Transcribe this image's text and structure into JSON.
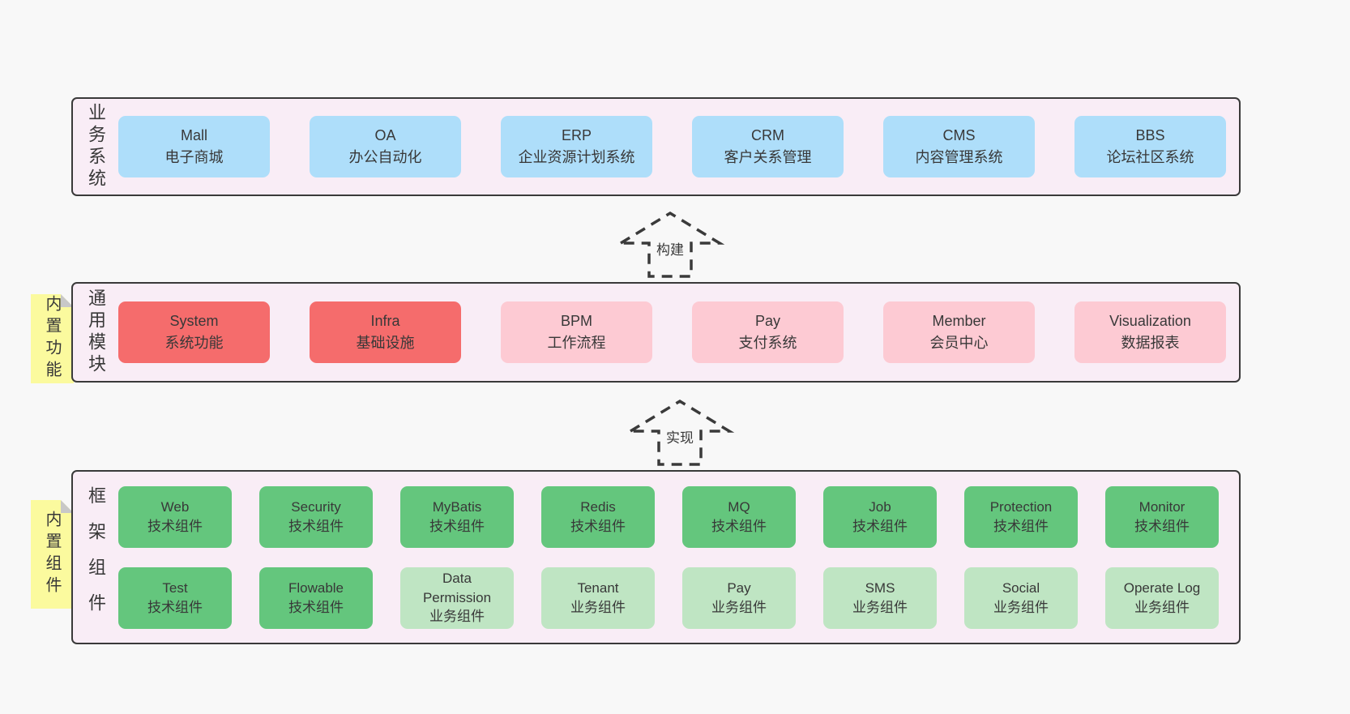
{
  "colors": {
    "page_bg": "#f8f8f8",
    "container_bg": "#f9edf6",
    "container_border": "#3a3a3a",
    "box_blue": "#aedefa",
    "box_red": "#f56c6c",
    "box_pink": "#fdcad3",
    "box_green": "#64c67d",
    "box_green_light": "#bfe5c3",
    "sticky_bg": "#fbfa9e",
    "sticky_fold": "#c8c8c8",
    "text": "#383838"
  },
  "arrows": {
    "build": "构建",
    "implement": "实现"
  },
  "layers": {
    "business": {
      "label": "业务系统",
      "boxes": [
        {
          "title": "Mall",
          "subtitle": "电子商城"
        },
        {
          "title": "OA",
          "subtitle": "办公自动化"
        },
        {
          "title": "ERP",
          "subtitle": "企业资源计划系统"
        },
        {
          "title": "CRM",
          "subtitle": "客户关系管理"
        },
        {
          "title": "CMS",
          "subtitle": "内容管理系统"
        },
        {
          "title": "BBS",
          "subtitle": "论坛社区系统"
        }
      ]
    },
    "modules": {
      "label": "通用模块",
      "sticky": "内置功能",
      "boxes": [
        {
          "title": "System",
          "subtitle": "系统功能",
          "variant": "red"
        },
        {
          "title": "Infra",
          "subtitle": "基础设施",
          "variant": "red"
        },
        {
          "title": "BPM",
          "subtitle": "工作流程",
          "variant": "pink"
        },
        {
          "title": "Pay",
          "subtitle": "支付系统",
          "variant": "pink"
        },
        {
          "title": "Member",
          "subtitle": "会员中心",
          "variant": "pink"
        },
        {
          "title": "Visualization",
          "subtitle": "数据报表",
          "variant": "pink"
        }
      ]
    },
    "components": {
      "label": "框架组件",
      "sticky": "内置组件",
      "row1": [
        {
          "title": "Web",
          "subtitle": "技术组件",
          "variant": "green"
        },
        {
          "title": "Security",
          "subtitle": "技术组件",
          "variant": "green"
        },
        {
          "title": "MyBatis",
          "subtitle": "技术组件",
          "variant": "green"
        },
        {
          "title": "Redis",
          "subtitle": "技术组件",
          "variant": "green"
        },
        {
          "title": "MQ",
          "subtitle": "技术组件",
          "variant": "green"
        },
        {
          "title": "Job",
          "subtitle": "技术组件",
          "variant": "green"
        },
        {
          "title": "Protection",
          "subtitle": "技术组件",
          "variant": "green"
        },
        {
          "title": "Monitor",
          "subtitle": "技术组件",
          "variant": "green"
        }
      ],
      "row2": [
        {
          "title": "Test",
          "subtitle": "技术组件",
          "variant": "green"
        },
        {
          "title": "Flowable",
          "subtitle": "技术组件",
          "variant": "green"
        },
        {
          "title": "Data Permission",
          "subtitle": "业务组件",
          "variant": "green-light"
        },
        {
          "title": "Tenant",
          "subtitle": "业务组件",
          "variant": "green-light"
        },
        {
          "title": "Pay",
          "subtitle": "业务组件",
          "variant": "green-light"
        },
        {
          "title": "SMS",
          "subtitle": "业务组件",
          "variant": "green-light"
        },
        {
          "title": "Social",
          "subtitle": "业务组件",
          "variant": "green-light"
        },
        {
          "title": "Operate Log",
          "subtitle": "业务组件",
          "variant": "green-light"
        }
      ]
    }
  }
}
